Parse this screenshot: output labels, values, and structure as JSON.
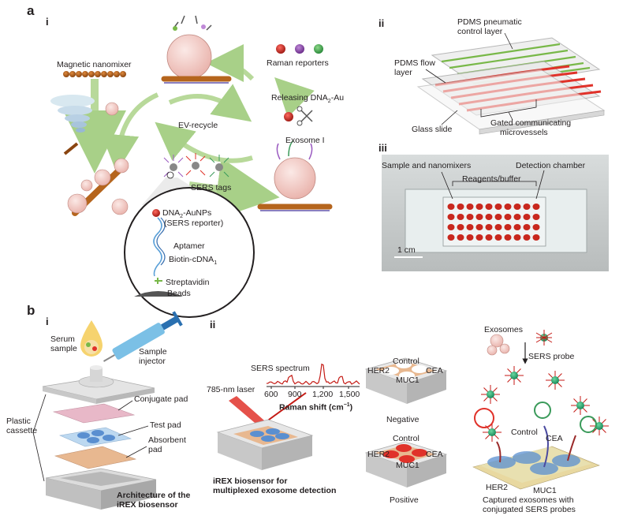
{
  "panel_a": {
    "label": "a",
    "sub_i": "i",
    "sub_ii": "ii",
    "sub_iii": "iii",
    "magnetic_nanomixer": "Magnetic nanomixer",
    "raman_reporters": "Raman reporters",
    "releasing_dna": "Releasing DNA",
    "releasing_dna_sub": "2",
    "releasing_dna_suffix": "-Au",
    "ev_recycle": "EV-recycle",
    "exosome": "Exosome I",
    "sers_tags": "SERS tags",
    "legend": {
      "dna_aunps": "DNA",
      "dna_aunps_sub": "2",
      "dna_aunps_suffix": "-AuNPs",
      "sers_reporter": "(SERS reporter)",
      "aptamer": "Aptamer",
      "biotin": "Biotin-cDNA",
      "biotin_sub": "1",
      "streptavidin": "Streptavidin",
      "beads": "Beads"
    },
    "chip": {
      "pneumatic": "PDMS pneumatic",
      "pneumatic2": "control layer",
      "flow": "PDMS flow",
      "flow2": "layer",
      "glass": "Glass slide",
      "gated": "Gated communicating",
      "gated2": "microvessels"
    },
    "photo": {
      "sample": "Sample and nanomixers",
      "detection": "Detection chamber",
      "reagents": "Reagents/buffer",
      "scale": "1 cm"
    }
  },
  "panel_b": {
    "label": "b",
    "sub_i": "i",
    "sub_ii": "ii",
    "serum": "Serum",
    "serum2": "sample",
    "injector": "Sample",
    "injector2": "injector",
    "conjugate": "Conjugate pad",
    "plastic": "Plastic",
    "plastic2": "cassette",
    "testpad": "Test pad",
    "absorbent": "Absorbent",
    "absorbent2": "pad",
    "architecture": "Architecture of the",
    "architecture2": "iREX biosensor",
    "sers_spectrum": "SERS spectrum",
    "laser": "785-nm laser",
    "ticks": [
      "600",
      "900",
      "1,200",
      "1,500"
    ],
    "raman_shift": "Raman shift (cm",
    "raman_shift_sup": "−1",
    "raman_shift_end": ")",
    "irex": "iREX biosensor for",
    "irex2": "multiplexed exosome detection",
    "control": "Control",
    "her2": "HER2",
    "cea": "CEA",
    "muc1": "MUC1",
    "negative": "Negative",
    "positive": "Positive",
    "exosomes": "Exosomes",
    "sers_probe": "SERS probe",
    "captured": "Captured exosomes with",
    "captured2": "conjugated SERS probes"
  },
  "colors": {
    "bead": "#b5651d",
    "red": "#e0322a",
    "green": "#78b848",
    "arrow_green": "#b8d99a",
    "pink": "#e8b8c8",
    "blue": "#5a8fd0",
    "tan": "#e8b890"
  }
}
